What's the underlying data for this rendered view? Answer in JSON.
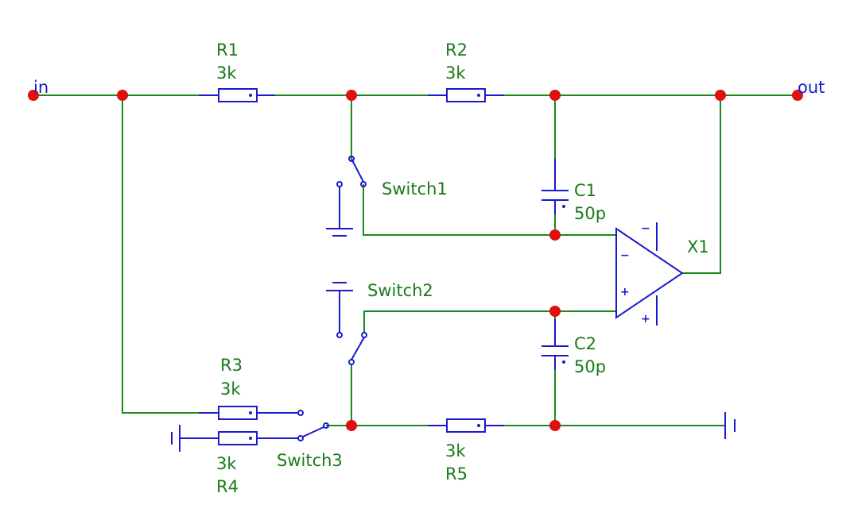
{
  "ports": {
    "input": "in",
    "output": "out"
  },
  "components": {
    "R1": {
      "name": "R1",
      "value": "3k"
    },
    "R2": {
      "name": "R2",
      "value": "3k"
    },
    "R3": {
      "name": "R3",
      "value": "3k"
    },
    "R4": {
      "name": "R4",
      "value": "3k"
    },
    "R5": {
      "name": "R5",
      "value": "3k"
    },
    "C1": {
      "name": "C1",
      "value": "50p"
    },
    "C2": {
      "name": "C2",
      "value": "50p"
    },
    "X1": {
      "name": "X1"
    },
    "Switch1": {
      "name": "Switch1"
    },
    "Switch2": {
      "name": "Switch2"
    },
    "Switch3": {
      "name": "Switch3"
    }
  },
  "opamp_pins": {
    "inverting": "−",
    "noninverting": "+",
    "supply_top": "−",
    "supply_bottom": "+"
  },
  "colors": {
    "wire": "#1a8a1a",
    "component": "#1a1acc",
    "node": "#e0100e",
    "label": "#1a7a1a",
    "port": "#1a1acc"
  }
}
